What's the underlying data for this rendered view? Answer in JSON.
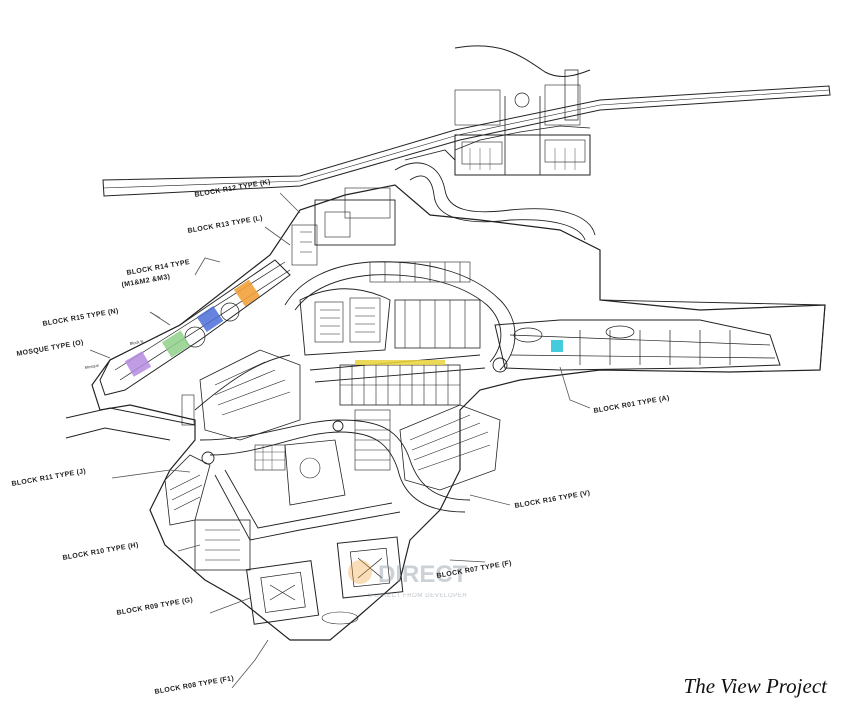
{
  "title": "The View Project",
  "watermark": {
    "main": "DIRECT",
    "sub": "S DIRECT FROM DEVELOPER"
  },
  "blocks": {
    "r12": "BLOCK R12 TYPE (K)",
    "r13": "BLOCK R13 TYPE (L)",
    "r14_line1": "BLOCK R14 TYPE",
    "r14_line2": "(M1&M2 &M3)",
    "r15": "BLOCK R15 TYPE (N)",
    "mosque": "MOSQUE TYPE (O)",
    "r01": "BLOCK R01 TYPE (A)",
    "r11": "BLOCK R11 TYPE (J)",
    "r16": "BLOCK R16 TYPE (V)",
    "r10": "BLOCK R10 TYPE (H)",
    "r07": "BLOCK R07 TYPE (F)",
    "r09": "BLOCK R09 TYPE (G)",
    "r08": "BLOCK R08 TYPE (F1)"
  },
  "small_labels": {
    "mosque": "Mosque",
    "block_n": "Block N"
  },
  "colors": {
    "purple": "#b58be0",
    "green": "#8fd08a",
    "blue": "#4b6fd8",
    "orange": "#f2a03a",
    "cyan": "#31c6d8",
    "yellow": "#e8d23a",
    "lines": "#222222"
  }
}
